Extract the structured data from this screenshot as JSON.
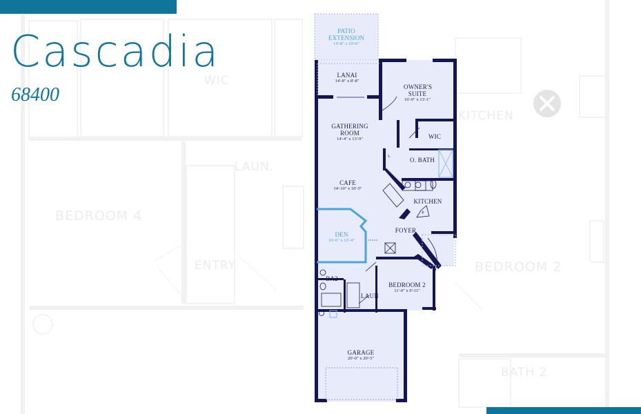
{
  "header": {
    "title": "Cascadia",
    "plan_number": "68400"
  },
  "colors": {
    "brand": "#10759a",
    "wall": "#141654",
    "floor": "#e8ecfa",
    "optional": "#4aa3dc",
    "ghost": "#ececec"
  },
  "background_plan": {
    "labels": [
      "WIC",
      "LAUN.",
      "BEDROOM 4",
      "ENTRY",
      "KITCHEN",
      "BEDROOM 2",
      "BATH 2"
    ],
    "icon": "tools-icon"
  },
  "floor_plan": {
    "rooms": [
      {
        "name": "PATIO EXTENSION",
        "dims": "14'-8\" x 10'-0\"",
        "optional": true
      },
      {
        "name": "LANAI",
        "dims": "14'-8\" x 8'-8\""
      },
      {
        "name": "OWNER'S SUITE",
        "dims": "16'-0\" x 13'-1\""
      },
      {
        "name": "GATHERING ROOM",
        "dims": "14'-4\" x 13'-9\""
      },
      {
        "name": "WIC",
        "dims": ""
      },
      {
        "name": "O. BATH",
        "dims": ""
      },
      {
        "name": "CAFE",
        "dims": "14'-10\" x 10'-5\""
      },
      {
        "name": "KITCHEN",
        "dims": ""
      },
      {
        "name": "DEN",
        "dims": "10'-6\" x 12'-4\"",
        "optional": true
      },
      {
        "name": "FOYER",
        "dims": ""
      },
      {
        "name": "BA2",
        "dims": ""
      },
      {
        "name": "LAUN",
        "dims": ""
      },
      {
        "name": "BEDROOM 2",
        "dims": "11'-0\" x 9'-11\""
      },
      {
        "name": "GARAGE",
        "dims": "20'-0\" x 20'-5\""
      }
    ],
    "small_labels": {
      "linen": "L",
      "pantry": "P"
    }
  }
}
